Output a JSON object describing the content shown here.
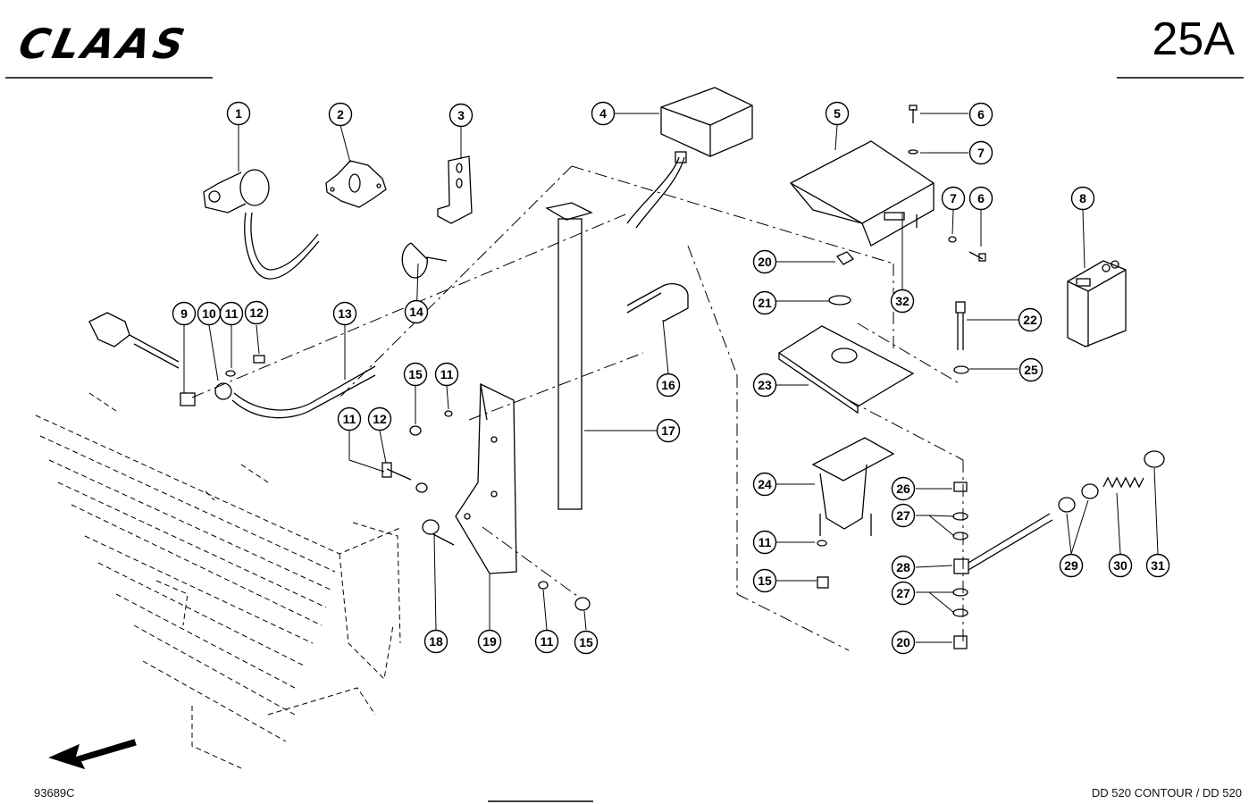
{
  "header": {
    "brand": "CLAAS",
    "sheet_number": "25A"
  },
  "footer": {
    "drawing_number": "93689C",
    "model": "DD 520 CONTOUR / DD 520"
  },
  "callouts": [
    "1",
    "2",
    "3",
    "4",
    "5",
    "6",
    "7",
    "8",
    "9",
    "10",
    "11",
    "12",
    "13",
    "14",
    "15",
    "16",
    "17",
    "18",
    "19",
    "20",
    "21",
    "22",
    "23",
    "24",
    "25",
    "26",
    "27",
    "28",
    "29",
    "30",
    "31",
    "32"
  ],
  "icons": {
    "direction": "arrow-down-left-icon"
  }
}
